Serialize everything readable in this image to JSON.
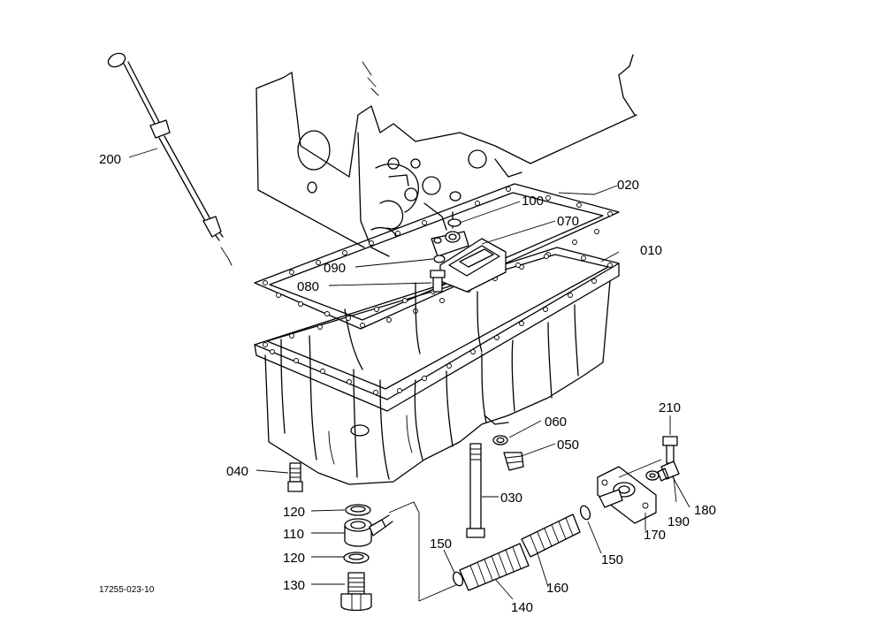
{
  "labels": {
    "p010": "010",
    "p020": "020",
    "p030": "030",
    "p040": "040",
    "p050": "050",
    "p060": "060",
    "p070": "070",
    "p080": "080",
    "p090": "090",
    "p100": "100",
    "p110": "110",
    "p120a": "120",
    "p120b": "120",
    "p130": "130",
    "p140": "140",
    "p150a": "150",
    "p150b": "150",
    "p160": "160",
    "p170": "170",
    "p180": "180",
    "p190": "190",
    "p200": "200",
    "p210": "210"
  },
  "reference_code": "17255-023-10"
}
